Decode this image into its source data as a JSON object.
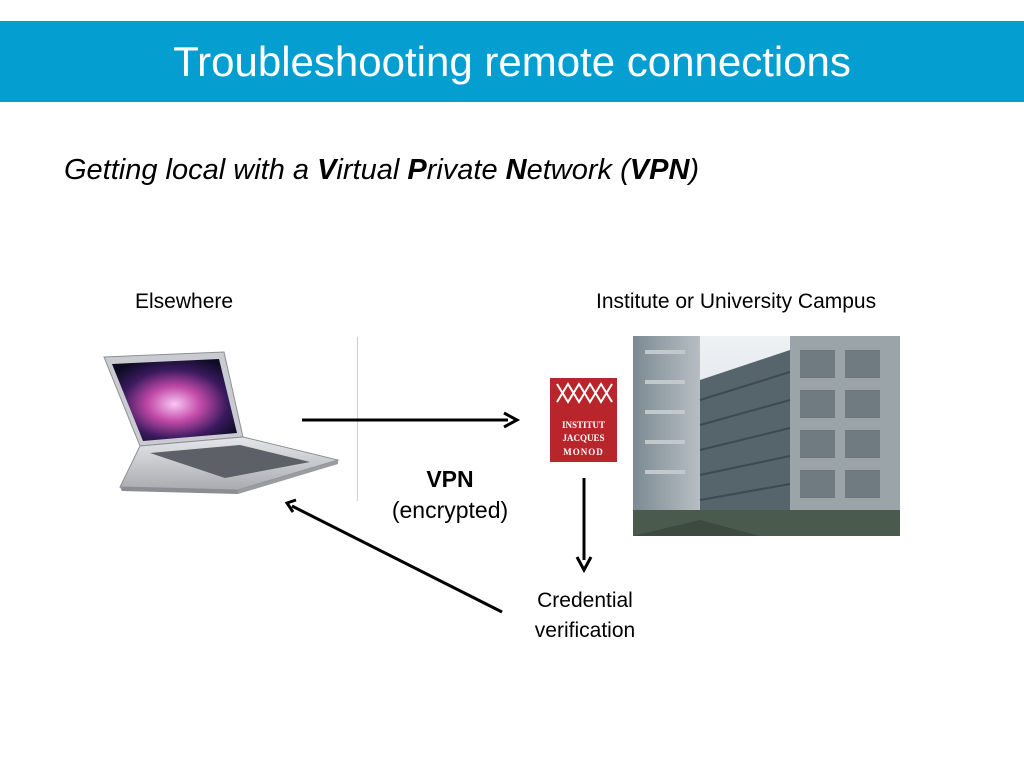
{
  "slide": {
    "title": "Troubleshooting remote connections",
    "subtitle": {
      "parts": [
        {
          "text": "Getting local with a ",
          "bold": false
        },
        {
          "text": "V",
          "bold": true
        },
        {
          "text": "irtual ",
          "bold": false
        },
        {
          "text": "P",
          "bold": true
        },
        {
          "text": "rivate ",
          "bold": false
        },
        {
          "text": "N",
          "bold": true
        },
        {
          "text": "etwork (",
          "bold": false
        },
        {
          "text": "VPN",
          "bold": true
        },
        {
          "text": ")",
          "bold": false
        }
      ]
    },
    "diagram": {
      "left_label": "Elsewhere",
      "right_label": "Institute or University Campus",
      "vpn_label": "VPN",
      "vpn_sub": "(encrypted)",
      "cred_line1": "Credential",
      "cred_line2": "verification",
      "logo_lines": [
        "INSTITUT",
        "JACQUES",
        "MONOD"
      ],
      "colors": {
        "title_bar": "#049fd0",
        "logo_red": "#b8262b",
        "arrow": "#000000"
      },
      "icons": [
        "laptop-icon",
        "institute-logo",
        "campus-building-photo"
      ]
    }
  }
}
